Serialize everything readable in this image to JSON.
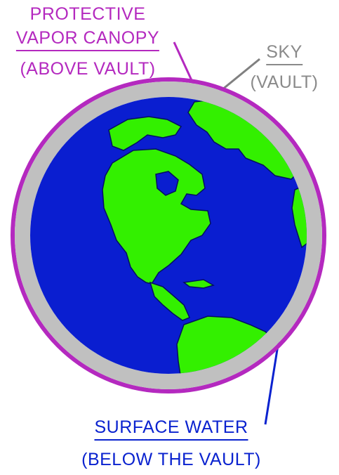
{
  "labels": {
    "canopy": {
      "line1": "PROTECTIVE",
      "line2": "VAPOR CANOPY",
      "line3": "(ABOVE VAULT)"
    },
    "sky": {
      "line1": "SKY",
      "line2": "(VAULT)"
    },
    "surface": {
      "line1": "SURFACE WATER",
      "line2": "(BELOW THE VAULT)"
    }
  },
  "colors": {
    "canopy": "#b429bf",
    "sky": "#c0c0c0",
    "ocean": "#0a1ed0",
    "land": "#33f000",
    "surface_text": "#0a22cf"
  }
}
